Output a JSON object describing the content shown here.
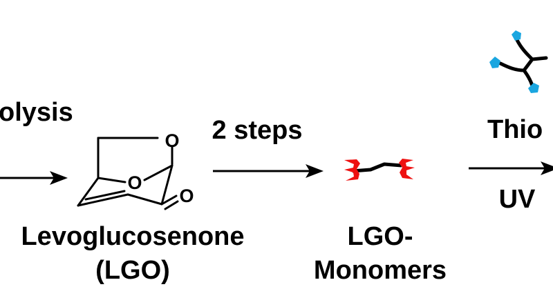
{
  "scheme": {
    "step1_label": "olysis",
    "step2_label": "2 steps",
    "step3_label_top": "Thio",
    "step3_label_bottom": "UV",
    "lgo_name_line1": "Levoglucosenone",
    "lgo_name_line2": "(LGO)",
    "monomer_name_line1": "LGO-",
    "monomer_name_line2": "Monomers"
  },
  "molecule": {
    "atoms": {
      "ring_oxygen_top": "O",
      "bridge_oxygen": "O",
      "carbonyl_oxygen": "O"
    }
  },
  "colors": {
    "ink": "#000000",
    "monomer_end": "#ee1111",
    "thiol_end": "#1aa6e0"
  }
}
